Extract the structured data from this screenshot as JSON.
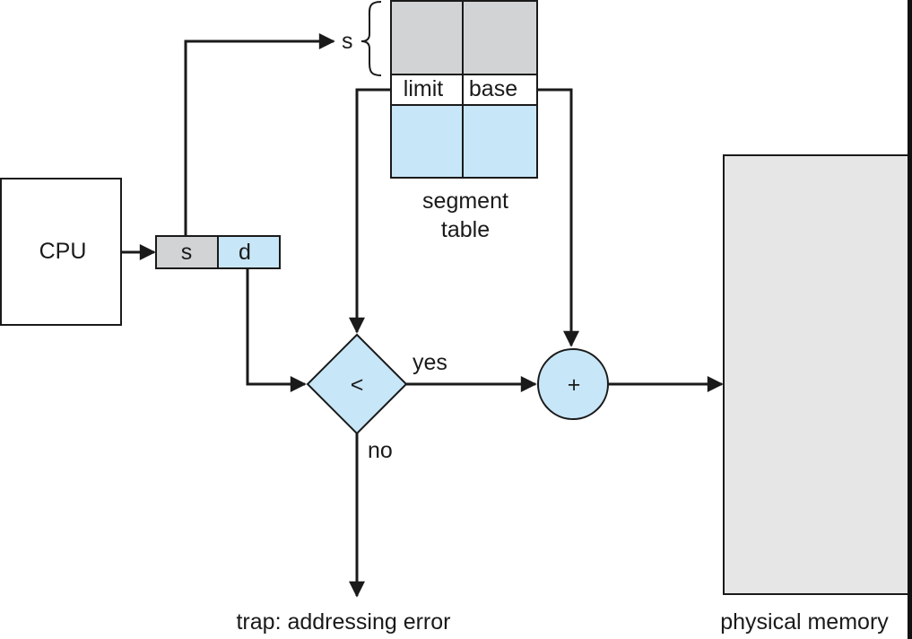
{
  "diagram": {
    "cpu": {
      "label": "CPU"
    },
    "logical_address": {
      "segment_field": "s",
      "offset_field": "d"
    },
    "segment_table": {
      "index_label": "s",
      "columns": [
        "limit",
        "base"
      ],
      "caption_line1": "segment",
      "caption_line2": "table"
    },
    "comparator": {
      "symbol": "<",
      "yes_label": "yes",
      "no_label": "no"
    },
    "adder": {
      "symbol": "+"
    },
    "trap": {
      "label": "trap: addressing error"
    },
    "memory": {
      "label": "physical memory"
    },
    "colors": {
      "gray_fill": "#d1d3d4",
      "blue_fill": "#c7e6f8",
      "memory_fill": "#e6e6e6",
      "stroke": "#1a1a1a"
    }
  }
}
